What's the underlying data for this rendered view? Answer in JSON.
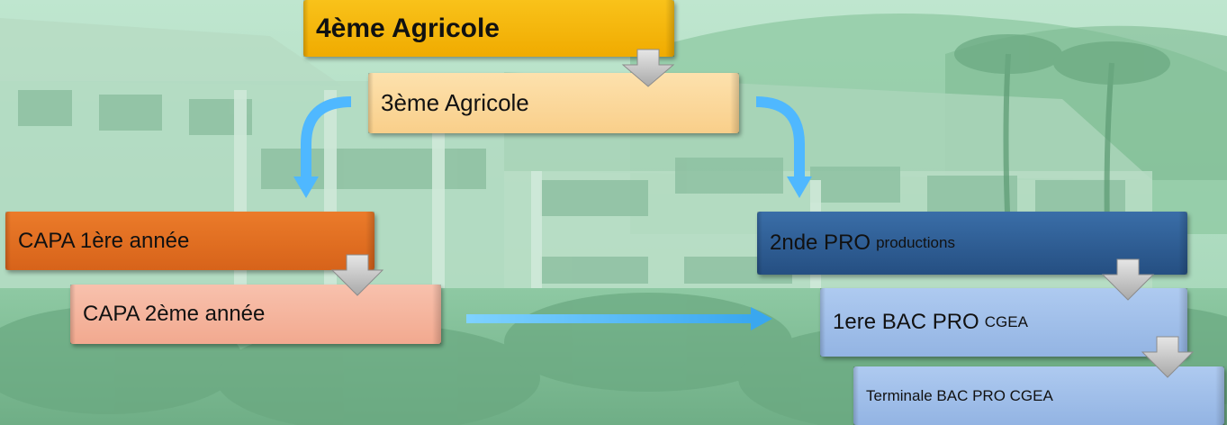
{
  "nodes": {
    "n4eme": {
      "label": "4ème Agricole",
      "color": "#f7b500"
    },
    "n3eme": {
      "label": "3ème Agricole",
      "color": "#fcd79a"
    },
    "capa1": {
      "label": "CAPA 1ère année",
      "color": "#e0701e"
    },
    "capa2": {
      "label": "CAPA 2ème année",
      "color": "#f4b29a"
    },
    "seconde": {
      "label": "2nde PRO",
      "sub": "productions",
      "color": "#2e5f95"
    },
    "premiere": {
      "label": "1ere BAC PRO",
      "sub": "CGEA",
      "color": "#9fbde8"
    },
    "terminale": {
      "label": "Terminale BAC PRO CGEA",
      "color": "#9fbde8"
    }
  },
  "colors": {
    "connector_blue": "#4fb8ff",
    "down_arrow": "#bfbfbf",
    "background_tint": "#9fd6b4"
  }
}
